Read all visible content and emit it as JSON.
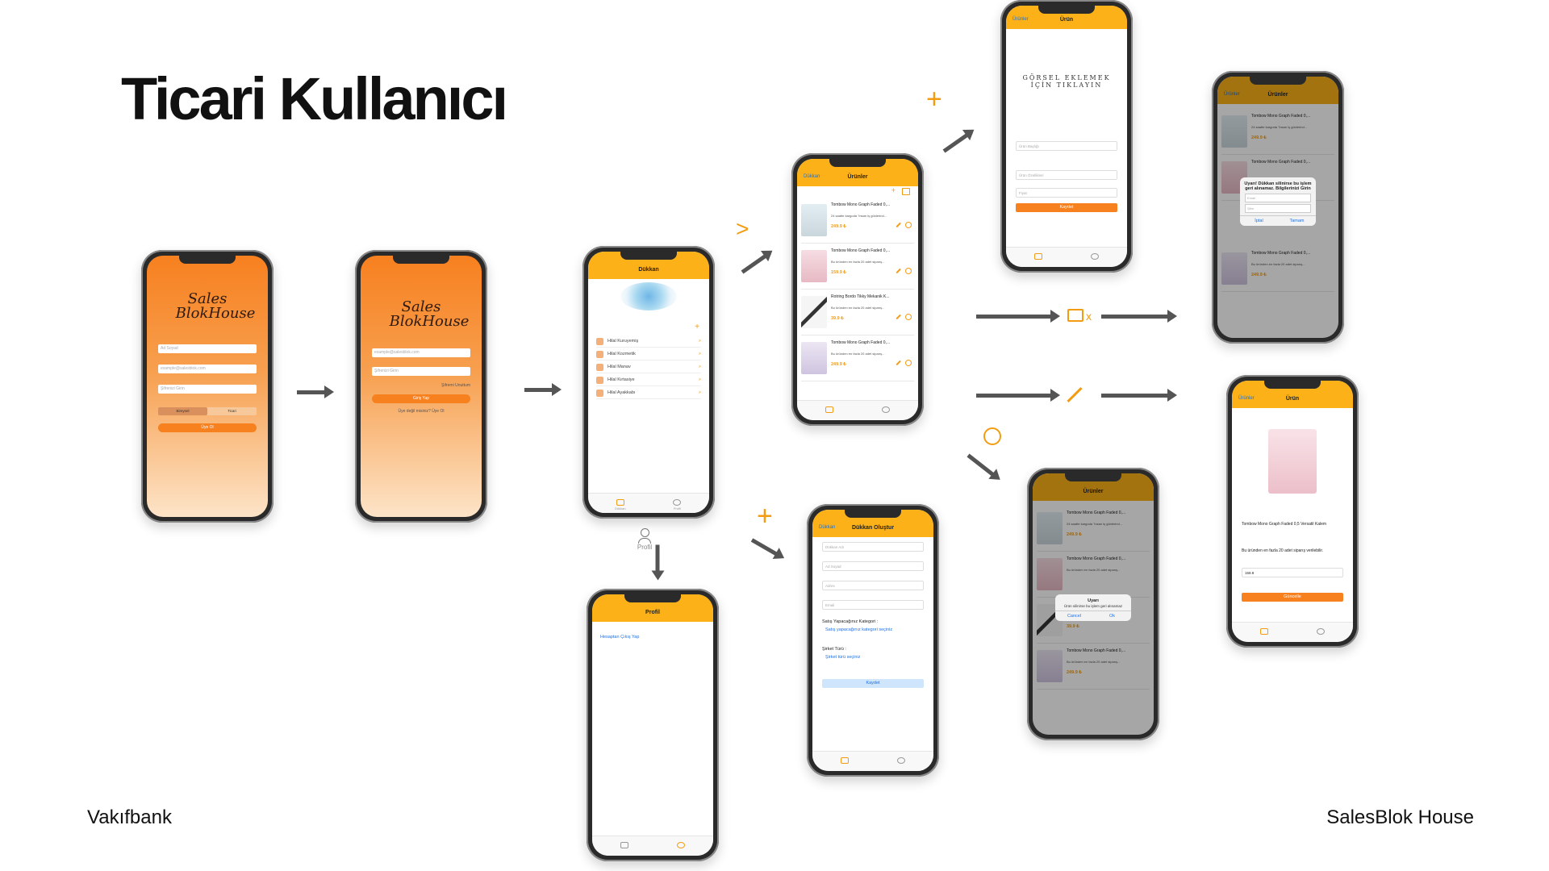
{
  "title": "Ticari Kullanıcı",
  "footer": {
    "left": "Vakıfbank",
    "right": "SalesBlok House"
  },
  "logo": {
    "line1": "Sales",
    "line2": "BlokHouse"
  },
  "signup": {
    "fields": [
      "Ad Soyad",
      "example@salesblok.com",
      "Şifrenizi Girin"
    ],
    "toggle_left": "Bireysel",
    "toggle_right": "Ticari",
    "button": "Üye Ol"
  },
  "login": {
    "fields": [
      "example@salesblok.com",
      "Şifrenizi Girin"
    ],
    "forgot": "Şifremi Unuttum",
    "button": "Giriş Yap",
    "prompt": "Üye değil misiniz?  Üye Ol"
  },
  "shop": {
    "header": "Dükkan",
    "plus": "+",
    "stores": [
      "Hilal Kuruyemiş",
      "Hilal Kozmetik",
      "Hilal Manav",
      "Hilal Kırtasiye",
      "Hilal Ayakkabı"
    ],
    "chevron": ">",
    "profile_label": "Profil"
  },
  "products": {
    "back": "Dükkan",
    "header": "Ürünler",
    "items": [
      {
        "title": "Tombow Mono Graph Faded 0,...",
        "desc": "24 saatte kargoda \"insan iş günlerind...",
        "price": "249.9 ₺"
      },
      {
        "title": "Tombow Mono Graph Faded 0,...",
        "desc": "Bu üründen en fazla 20 adet siparış...",
        "price": "159.9 ₺"
      },
      {
        "title": "Rotring Bordo Tikky Mekanik K...",
        "desc": "Bu üründen en fazla 20 adet siparış...",
        "price": "39.9 ₺"
      },
      {
        "title": "Tombow Mono Graph Faded 0,...",
        "desc": "Bu üründen en fazla 20 adet siparış...",
        "price": "249.9 ₺"
      }
    ]
  },
  "add_product": {
    "back": "Ürünler",
    "header": "Ürün",
    "image_prompt_1": "GÖRSEL EKLEMEK",
    "image_prompt_2": "İÇİN TIKLAYIN",
    "fields": [
      "Ürün Başlığı",
      "Ürün Özellikleri",
      "Fiyat"
    ],
    "button": "Kaydet"
  },
  "delete_store": {
    "back": "Ürünler",
    "header": "Ürünler",
    "alert_title": "Uyarı!   Dükkan silinirse bu işlem geri alınamaz. Bilgilerinizi Girin",
    "inputs": [
      "Email",
      "Şifre"
    ],
    "cancel": "İptal",
    "confirm": "Tamam"
  },
  "edit_product": {
    "back": "Ürünler",
    "header": "Ürün",
    "title": "Tombow Mono Graph Faded 0,5 Versatil Kalem",
    "desc": "Bu üründen en fazla 20 adet siparış verilebilir.",
    "price": "159.9",
    "button": "Güncelle"
  },
  "delete_product": {
    "header": "Ürünler",
    "alert_title": "Uyarı",
    "alert_msg": "Ürün silinirse bu işlem geri alınamaz",
    "cancel": "Cancel",
    "ok": "Ok"
  },
  "profile": {
    "header": "Profil",
    "logout": "Hesaptan Çıkış Yap"
  },
  "create_shop": {
    "back": "Dükkan",
    "header": "Dükkan Oluştur",
    "fields": [
      "Dükkan Adı",
      "Ad Soyad",
      "Adres",
      "Email"
    ],
    "category_label": "Satış Yapacağınız Kategori :",
    "category_link": "Satış yapacağınız kategori seçiniz",
    "type_label": "Şirket Türü :",
    "type_link": "Şirket türü seçiniz",
    "button": "Kaydet"
  },
  "tabs": {
    "home": "Dükkan",
    "profile": "Profil"
  },
  "icons": {
    "delete_store": "store-x",
    "edit": "pencil",
    "trash": "trash"
  },
  "accent": "#fbb117"
}
